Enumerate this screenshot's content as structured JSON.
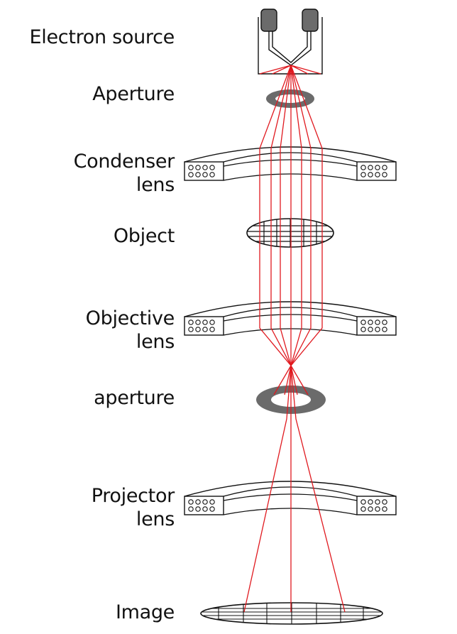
{
  "labels": {
    "electron_source": "Electron source",
    "aperture_top": "Aperture",
    "condenser_1": "Condenser",
    "condenser_2": "lens",
    "object": "Object",
    "objective_1": "Objective",
    "objective_2": "lens",
    "aperture_bottom": "aperture",
    "projector_1": "Projector",
    "projector_2": "lens",
    "image": "Image"
  },
  "colors": {
    "ray": "#e0191f",
    "outline": "#111111",
    "aperture_fill": "#6b6b6b",
    "filament": "#6b6b6b"
  }
}
